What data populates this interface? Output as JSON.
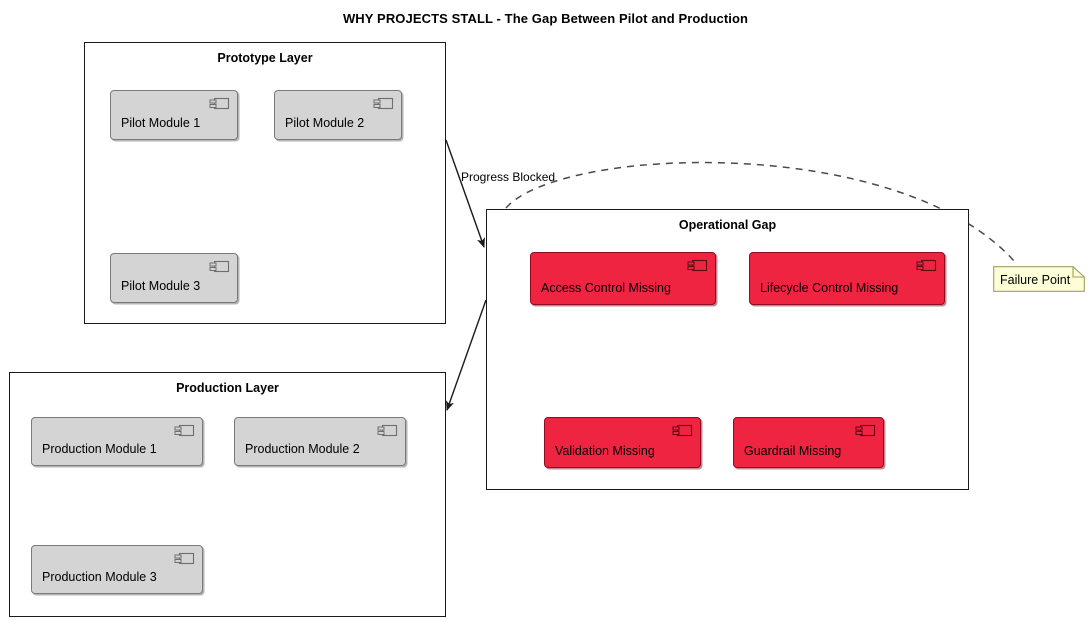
{
  "title": "WHY PROJECTS STALL - The Gap Between Pilot and Production",
  "colors": {
    "component_fill": "#d4d4d4",
    "component_border": "#7a7a7a",
    "missing_fill": "#ee2440",
    "missing_border": "#8f0c22",
    "note_fill": "#fdfdd7",
    "note_border": "#a0a060",
    "frame_border": "#1a1a1a",
    "edge_stroke": "#1a1a1a",
    "dashed_edge_stroke": "#4a4a4a"
  },
  "layers": [
    {
      "id": "prototype-layer",
      "title": "Prototype Layer",
      "components": [
        {
          "label": "Pilot Module 1",
          "icon": "uml-component-icon",
          "state": "normal"
        },
        {
          "label": "Pilot Module 2",
          "icon": "uml-component-icon",
          "state": "normal"
        },
        {
          "label": "Pilot Module 3",
          "icon": "uml-component-icon",
          "state": "normal"
        }
      ]
    },
    {
      "id": "production-layer",
      "title": "Production Layer",
      "components": [
        {
          "label": "Production Module 1",
          "icon": "uml-component-icon",
          "state": "normal"
        },
        {
          "label": "Production Module 2",
          "icon": "uml-component-icon",
          "state": "normal"
        },
        {
          "label": "Production Module 3",
          "icon": "uml-component-icon",
          "state": "normal"
        }
      ]
    },
    {
      "id": "operational-gap",
      "title": "Operational Gap",
      "components": [
        {
          "label": "Access Control Missing",
          "icon": "uml-component-icon",
          "state": "missing"
        },
        {
          "label": "Lifecycle Control Missing",
          "icon": "uml-component-icon",
          "state": "missing"
        },
        {
          "label": "Validation Missing",
          "icon": "uml-component-icon",
          "state": "missing"
        },
        {
          "label": "Guardrail Missing",
          "icon": "uml-component-icon",
          "state": "missing"
        }
      ]
    }
  ],
  "note": {
    "label": "Failure Point"
  },
  "edges": [
    {
      "id": "edge-progress-blocked",
      "label": "Progress Blocked",
      "style": "solid",
      "from": "prototype-layer",
      "to": "operational-gap"
    },
    {
      "id": "edge-gap-to-production",
      "label": "",
      "style": "solid",
      "from": "operational-gap",
      "to": "production-layer"
    },
    {
      "id": "edge-failure-point",
      "label": "",
      "style": "dashed",
      "from": "operational-gap",
      "to": "note"
    }
  ]
}
